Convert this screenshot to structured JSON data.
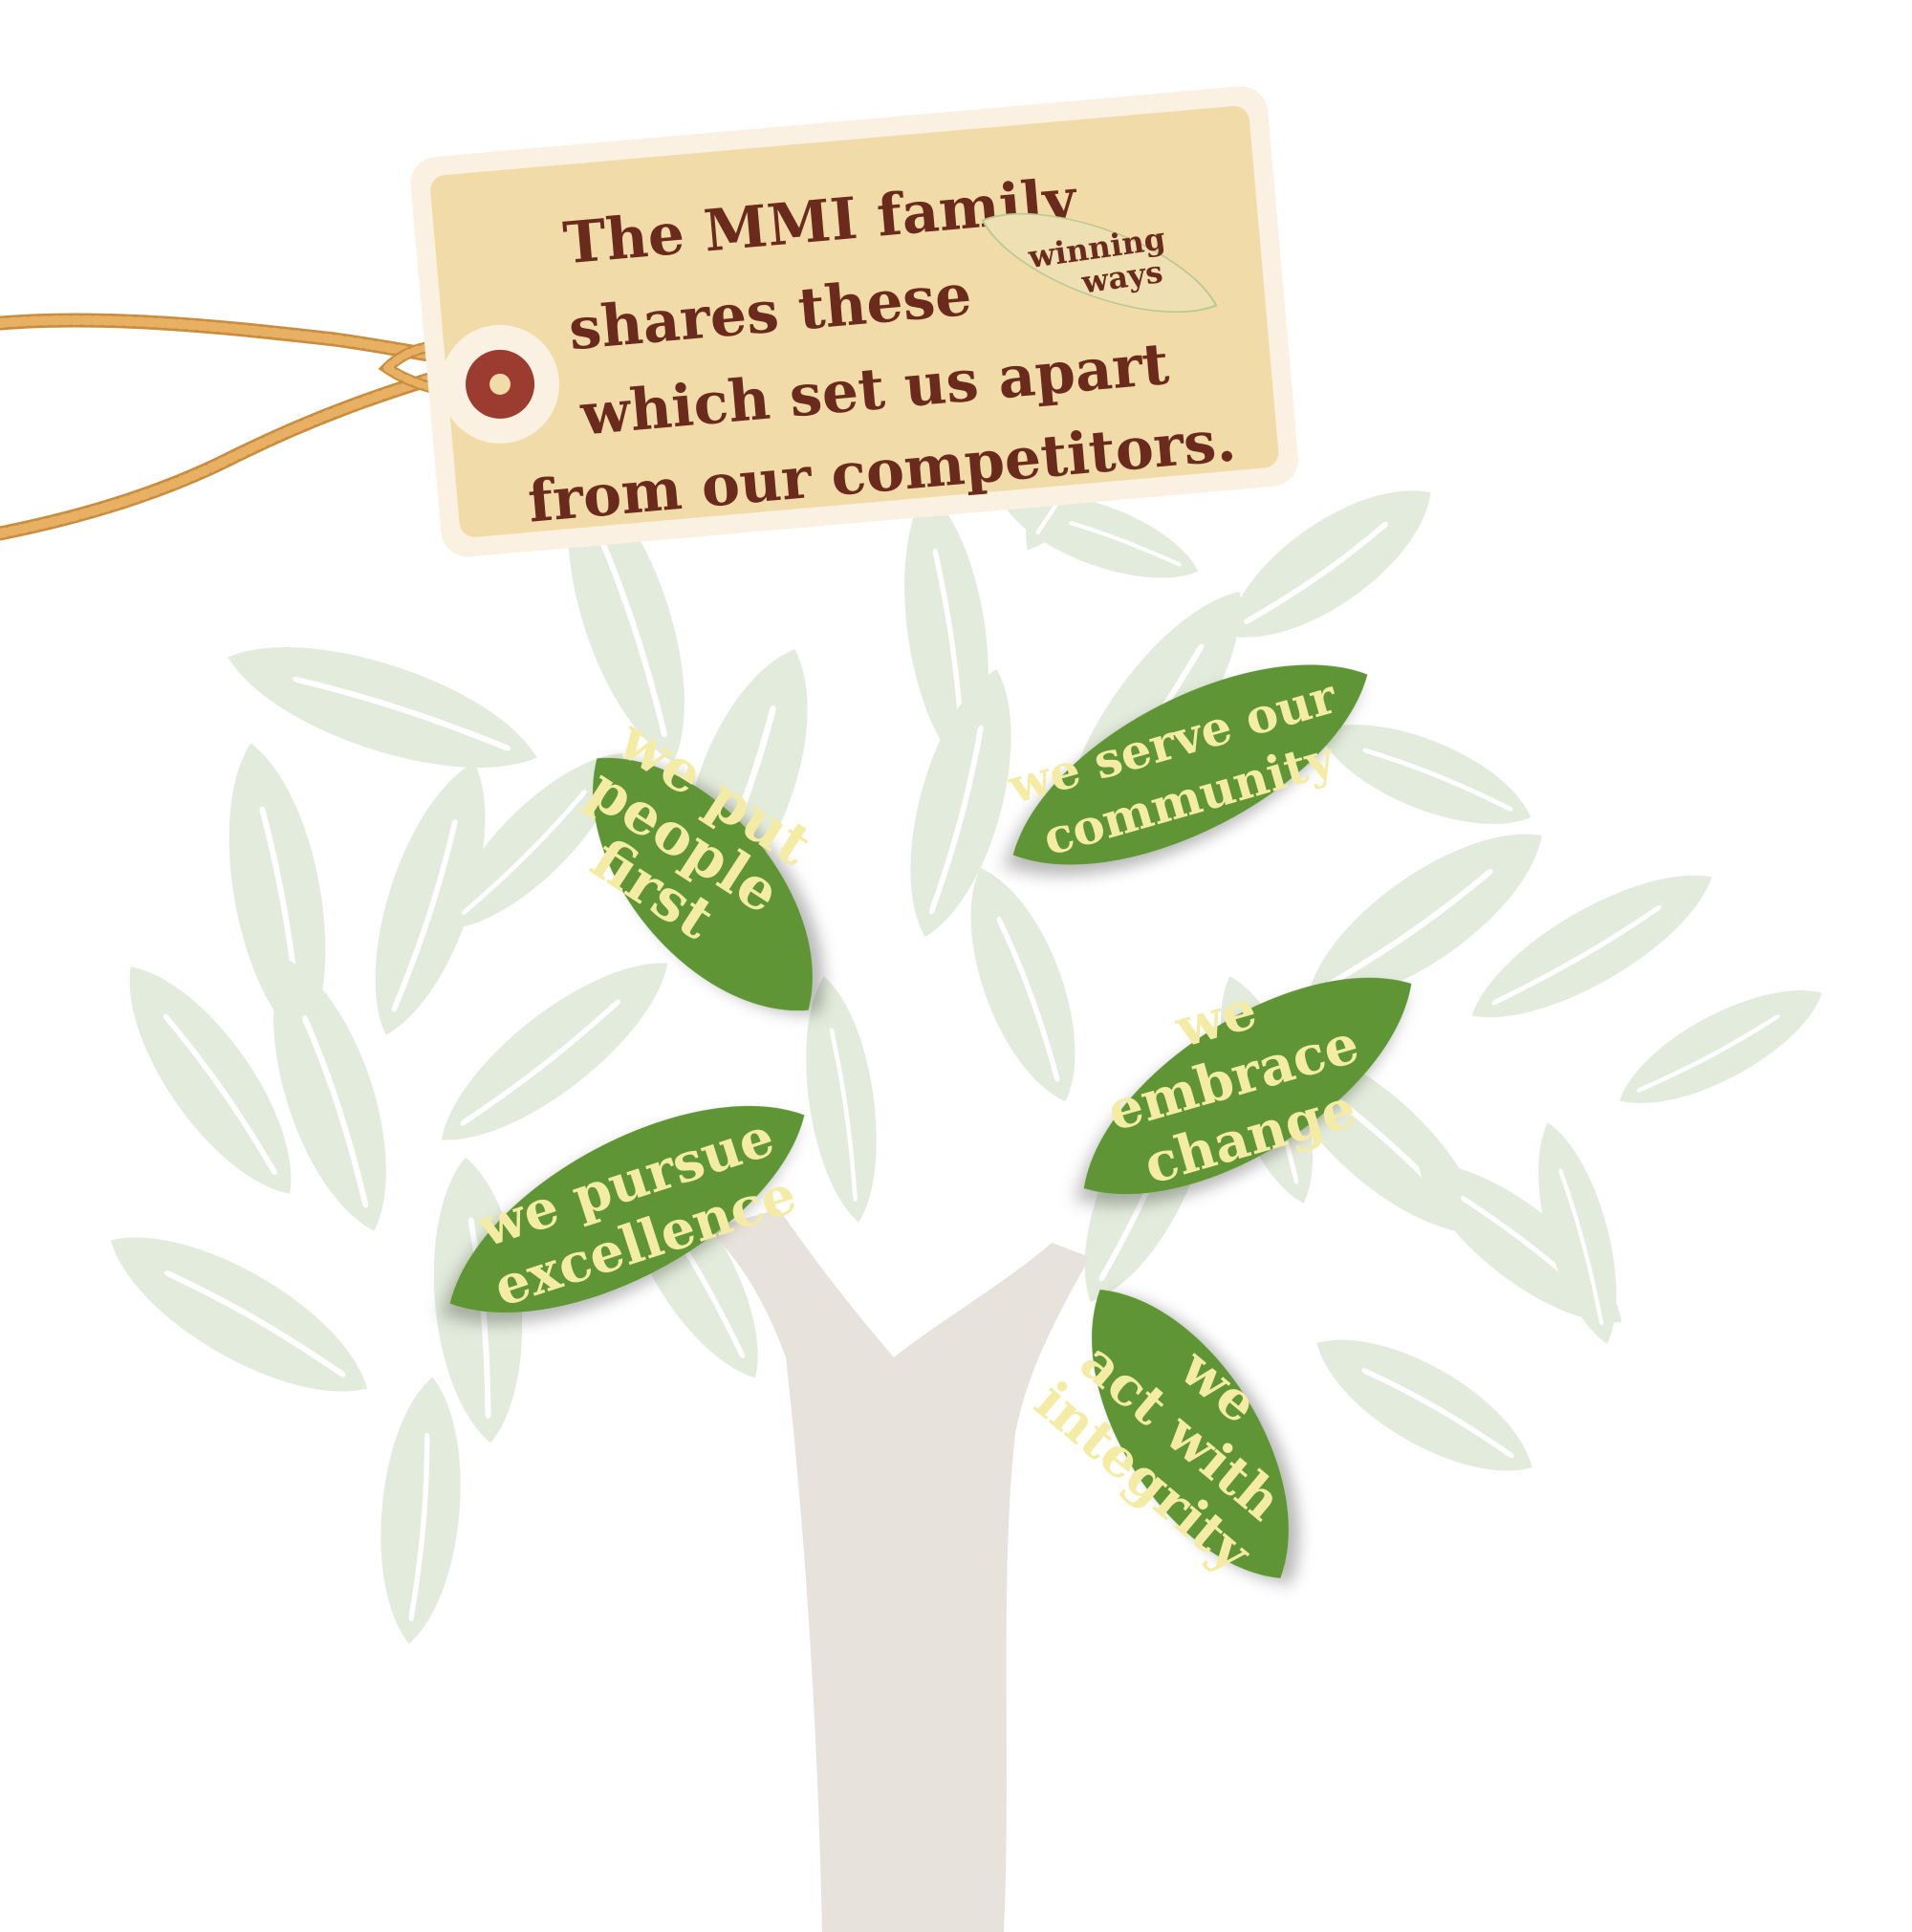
{
  "colors": {
    "background": "#ffffff",
    "trunk": "#e8e2dc",
    "faded_leaf": "#e3ecdc",
    "leaf": "#5e9534",
    "leaf_text": "#f4eca4",
    "tag_fill": "#f1dca9",
    "tag_border": "#fbf1e2",
    "tag_text": "#6b2b1c",
    "grommet": "#9c3b30",
    "string": "#e0a654"
  },
  "tag": {
    "lines": [
      "The MMI family",
      "shares these",
      "which set us apart",
      "from our competitors."
    ],
    "highlight": [
      "winning",
      "ways"
    ]
  },
  "leaves": [
    {
      "id": "people-first",
      "lines": [
        "we put",
        "people",
        "first"
      ]
    },
    {
      "id": "serve-community",
      "lines": [
        "we serve our",
        "community"
      ]
    },
    {
      "id": "embrace-change",
      "lines": [
        "we",
        "embrace",
        "change"
      ]
    },
    {
      "id": "pursue-excellence",
      "lines": [
        "we pursue",
        "excellence"
      ]
    },
    {
      "id": "act-with-integrity",
      "lines": [
        "we",
        "act with",
        "integrity"
      ]
    }
  ]
}
